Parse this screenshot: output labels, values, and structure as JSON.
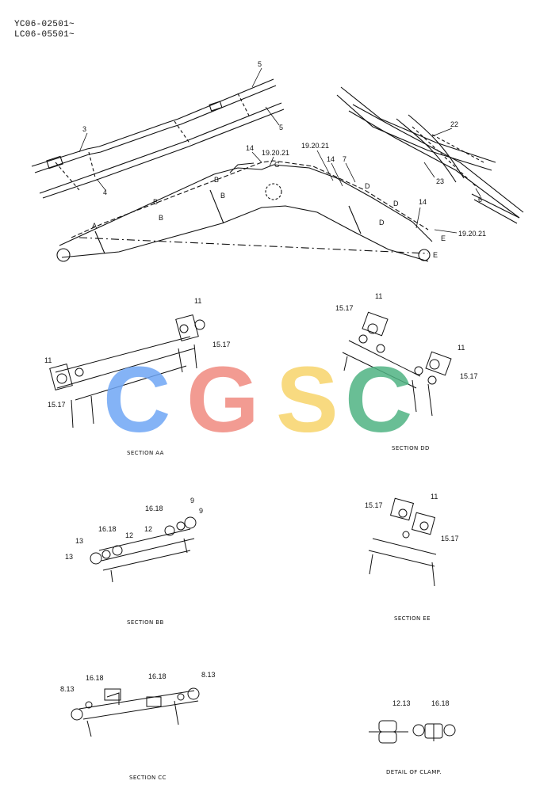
{
  "header": {
    "line1": "YC06-02501~",
    "line2": "LC06-05501~"
  },
  "main_view": {
    "labels": [
      "3",
      "4",
      "5",
      "5",
      "22",
      "23",
      "6",
      "14",
      "19.20.21",
      "19.20.21",
      "14",
      "7",
      "14",
      "19.20.21",
      "A",
      "B",
      "B",
      "B",
      "B",
      "C",
      "D",
      "D",
      "D",
      "E",
      "E"
    ]
  },
  "sections": {
    "aa": {
      "caption": "SECTION AA",
      "labels": [
        "11",
        "15.17",
        "11",
        "15.17"
      ]
    },
    "dd": {
      "caption": "SECTION DD",
      "labels": [
        "15.17",
        "11",
        "11",
        "15.17"
      ]
    },
    "bb": {
      "caption": "SECTION BB",
      "labels": [
        "16.18",
        "9",
        "13",
        "12",
        "9",
        "16.18",
        "12",
        "13"
      ]
    },
    "ee": {
      "caption": "SECTION EE",
      "labels": [
        "15.17",
        "11",
        "15.17"
      ]
    },
    "cc": {
      "caption": "SECTION CC",
      "labels": [
        "8.13",
        "16.18",
        "16.18",
        "8.13"
      ]
    },
    "clamp": {
      "caption": "DETAIL OF CLAMP.",
      "labels": [
        "12.13",
        "16.18"
      ]
    }
  },
  "watermark": {
    "text": "CGSC",
    "colors": [
      "#6fa6f5",
      "#f0897f",
      "#f7d46a",
      "#4fb383"
    ]
  }
}
